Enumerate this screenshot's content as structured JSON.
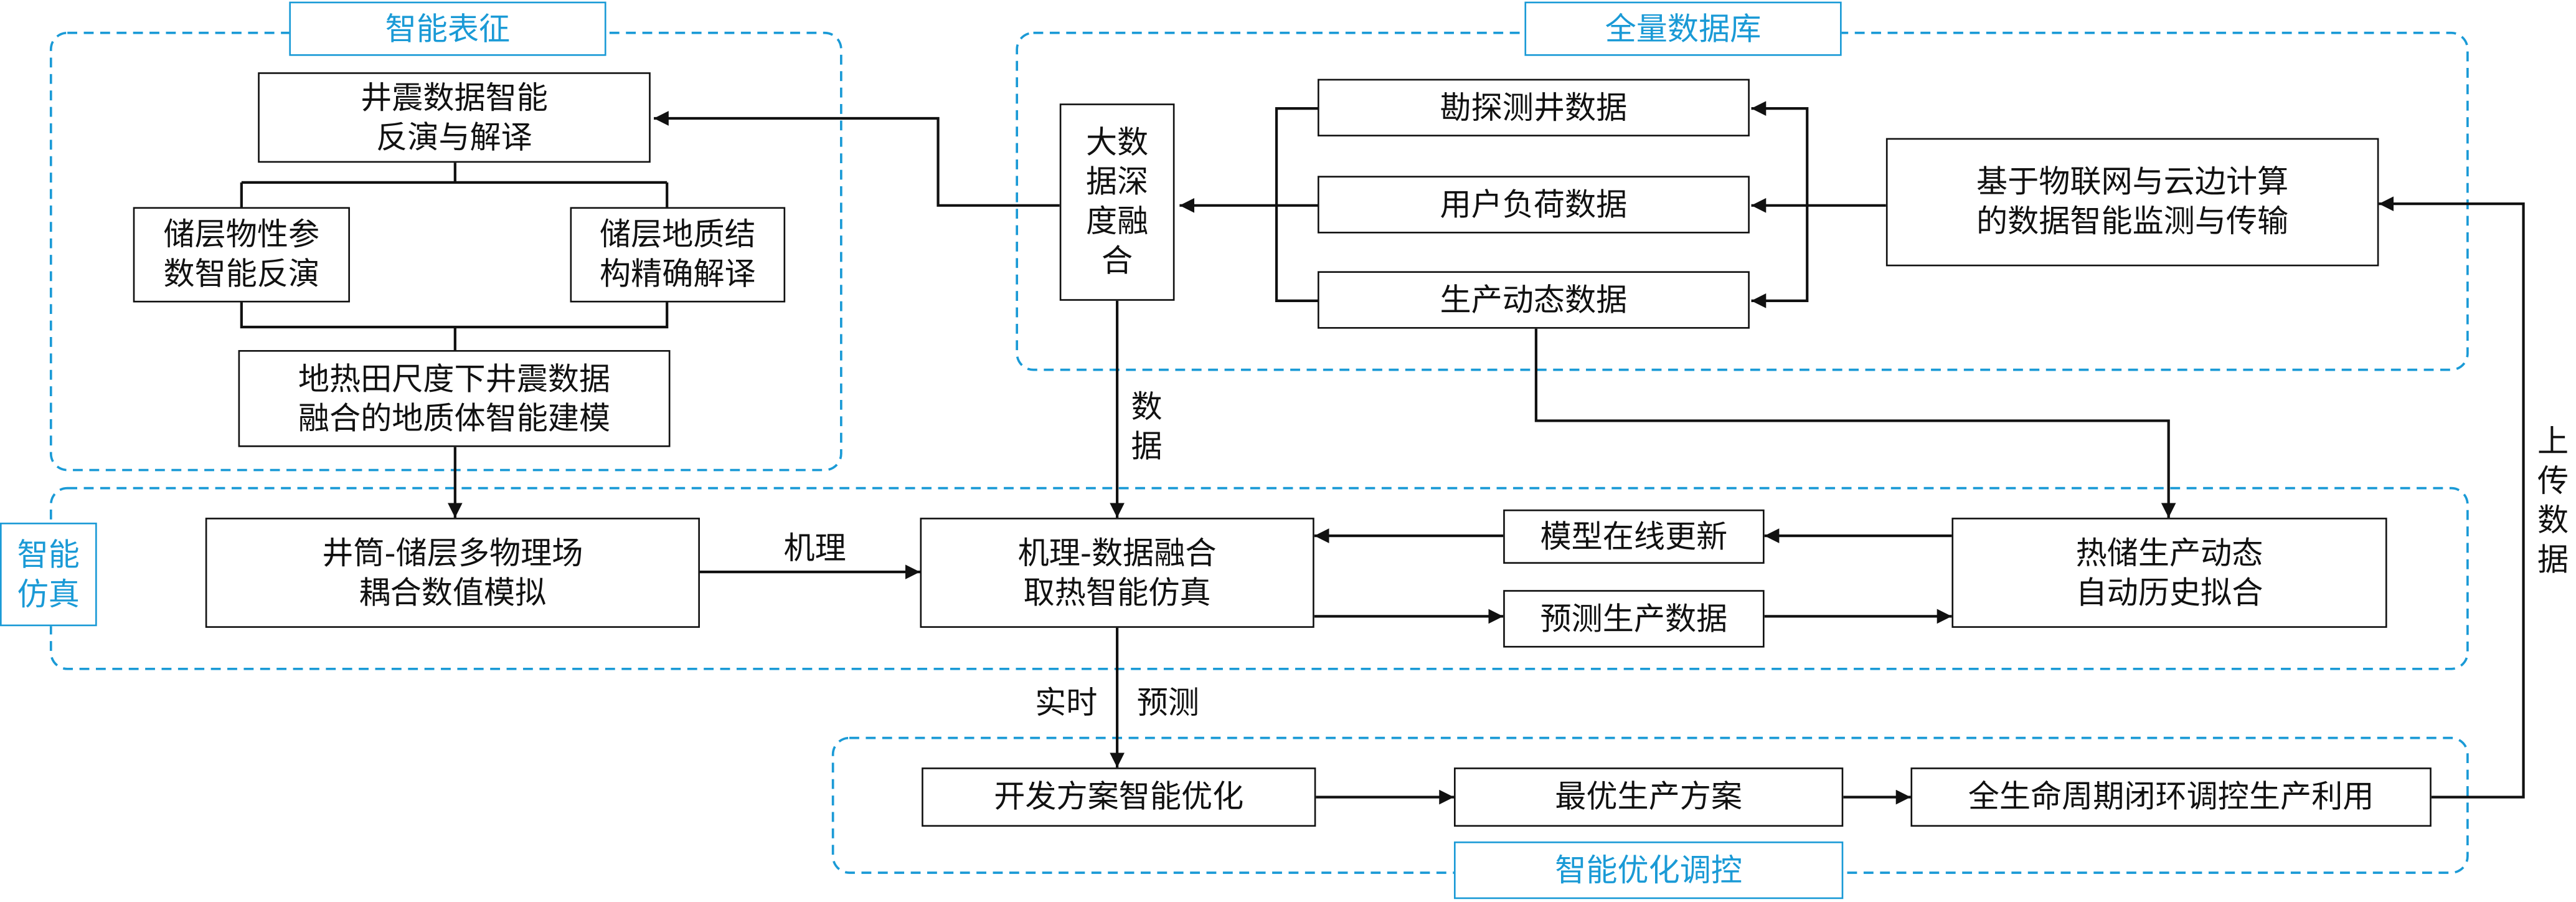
{
  "colors": {
    "border": "#111111",
    "group_outline": "#1a9ad6",
    "arrow": "#111111"
  },
  "groups": {
    "characterization": {
      "title": "智能表征"
    },
    "database": {
      "title": "全量数据库"
    },
    "simulation": {
      "title": "智能\n仿真"
    },
    "optimization": {
      "title": "智能优化调控"
    }
  },
  "nodes": {
    "inversion": "井震数据智能\n反演与解译",
    "reservoir_props": "储层物性参\n数智能反演",
    "reservoir_struct": "储层地质结\n构精确解译",
    "geo_model": "地热田尺度下井震数据\n融合的地质体智能建模",
    "fusion": "大数\n据深\n度融\n合",
    "exploration_data": "勘探测井数据",
    "user_load_data": "用户负荷数据",
    "production_data": "生产动态数据",
    "iot_monitoring": "基于物联网与云边计算\n的数据智能监测与传输",
    "wellbore_sim": "井筒-储层多物理场\n耦合数值模拟",
    "mechanism_data_sim": "机理-数据融合\n取热智能仿真",
    "model_update": "模型在线更新",
    "predicted_data": "预测生产数据",
    "history_match": "热储生产动态\n自动历史拟合",
    "dev_optimization": "开发方案智能优化",
    "optimal_plan": "最优生产方案",
    "lifecycle_control": "全生命周期闭环调控生产利用"
  },
  "edge_labels": {
    "data": "数\n据",
    "mechanism": "机理",
    "realtime": "实时",
    "prediction": "预测",
    "upload_data": "上\n传\n数\n据"
  }
}
